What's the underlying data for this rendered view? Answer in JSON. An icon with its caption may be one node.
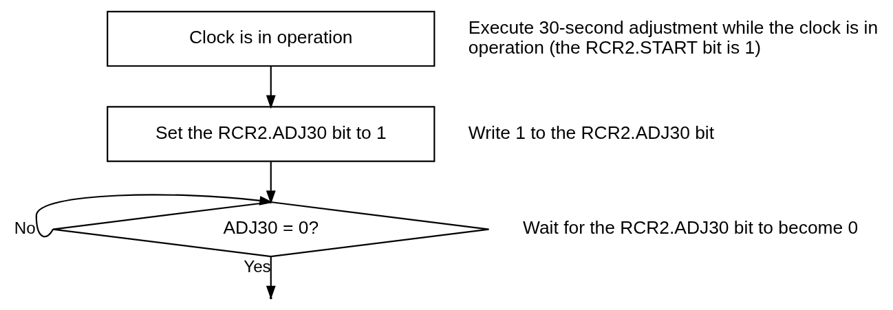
{
  "diagram": {
    "nodes": [
      {
        "text": [
          "Clock is in operation"
        ],
        "beside": [
          "Execute 30-second adjustment while the clock is in operation (the RCR2.START bit is 1)"
        ]
      },
      {
        "text": [
          "Set the RCR2.ADJ30 bit to 1"
        ],
        "beside": [
          "Write 1 to the RCR2.ADJ30 bit"
        ]
      },
      {
        "text": [
          "ADJ30 = 0?"
        ],
        "beside": [
          "Wait for the RCR2.ADJ30 bit to become 0"
        ]
      }
    ],
    "edges": [
      {
        "from": 0,
        "to": 1,
        "arrow": "to"
      },
      {
        "from": 1,
        "to": 2,
        "arrow": "to"
      },
      {
        "from": 2,
        "to": 2,
        "arrow": "to",
        "label": "No"
      },
      {
        "from": 2,
        "to": null,
        "arrow": "to",
        "label": "Yes"
      }
    ]
  }
}
